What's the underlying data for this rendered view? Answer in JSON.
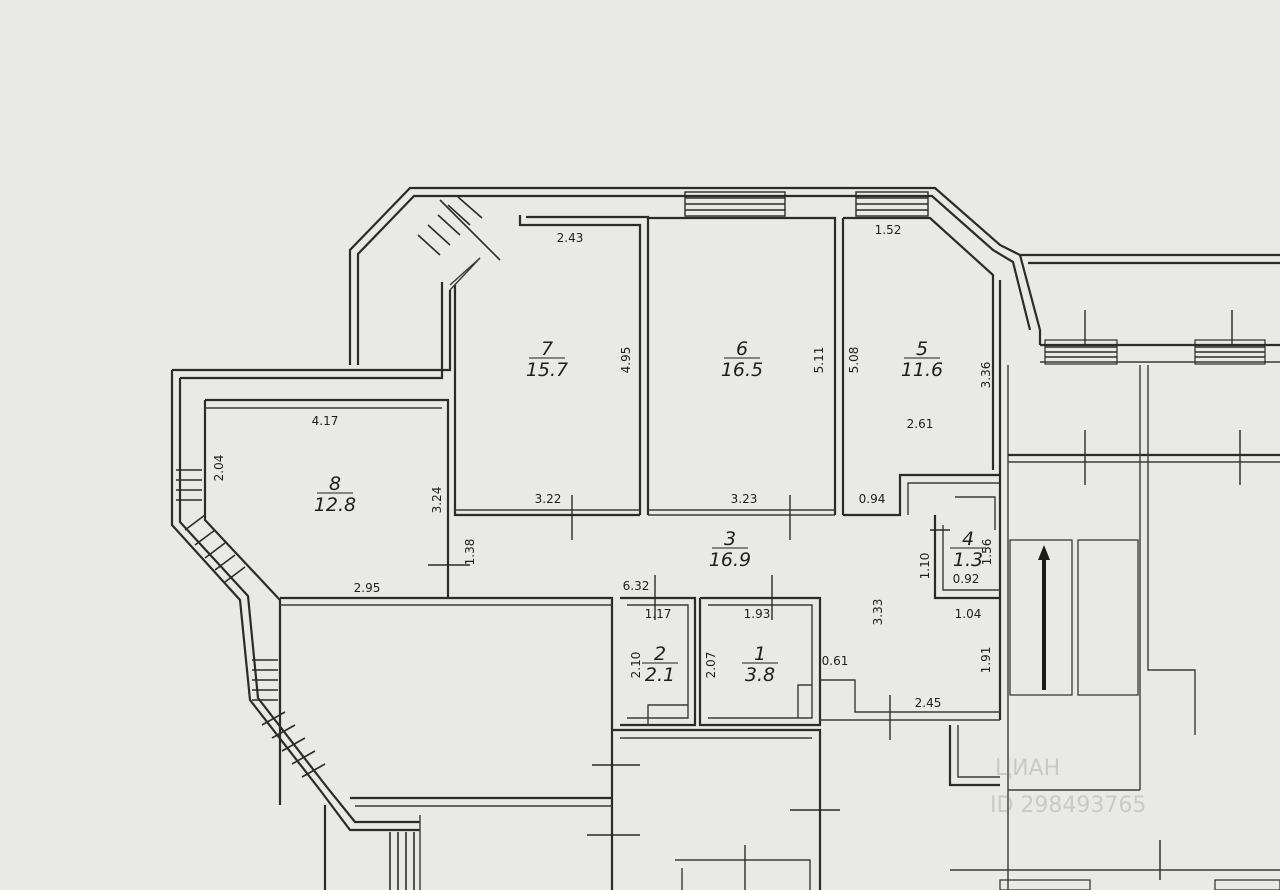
{
  "rooms": [
    {
      "id": "r1",
      "num": "1",
      "area": "3.8"
    },
    {
      "id": "r2",
      "num": "2",
      "area": "2.1"
    },
    {
      "id": "r3",
      "num": "3",
      "area": "16.9"
    },
    {
      "id": "r4",
      "num": "4",
      "area": "1.3"
    },
    {
      "id": "r5",
      "num": "5",
      "area": "11.6"
    },
    {
      "id": "r6",
      "num": "6",
      "area": "16.5"
    },
    {
      "id": "r7",
      "num": "7",
      "area": "15.7"
    },
    {
      "id": "r8",
      "num": "8",
      "area": "12.8"
    }
  ],
  "dimensions": [
    "2.43",
    "1.52",
    "4.95",
    "5.11",
    "5.08",
    "3.36",
    "4.17",
    "2.04",
    "3.24",
    "2.61",
    "3.22",
    "3.23",
    "0.94",
    "1.38",
    "2.95",
    "6.32",
    "1.17",
    "1.93",
    "1.56",
    "1.10",
    "0.92",
    "3.33",
    "1.04",
    "2.10",
    "2.07",
    "0.61",
    "1.91",
    "2.45"
  ],
  "watermark": {
    "line1": "ЦИАН",
    "line2": "ID 298493765"
  }
}
